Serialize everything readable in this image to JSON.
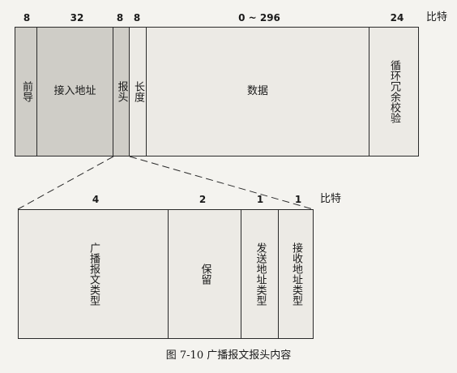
{
  "frame": {
    "bits": [
      "8",
      "32",
      "8",
      "8",
      "0 ~ 296",
      "24"
    ],
    "unit": "比特",
    "fields": [
      "前导",
      "接入地址",
      "报头",
      "长度",
      "数据",
      "循环冗余校验"
    ]
  },
  "header": {
    "bits": [
      "4",
      "2",
      "1",
      "1"
    ],
    "unit": "比特",
    "fields": [
      "广播报文类型",
      "保留",
      "发送地址类型",
      "接收地址类型"
    ]
  },
  "caption": "图 7-10   广播报文报头内容",
  "colors": {
    "shaded_field": "#cfcdc7",
    "light_field": "#eceae5",
    "border": "#2a2a2a"
  }
}
